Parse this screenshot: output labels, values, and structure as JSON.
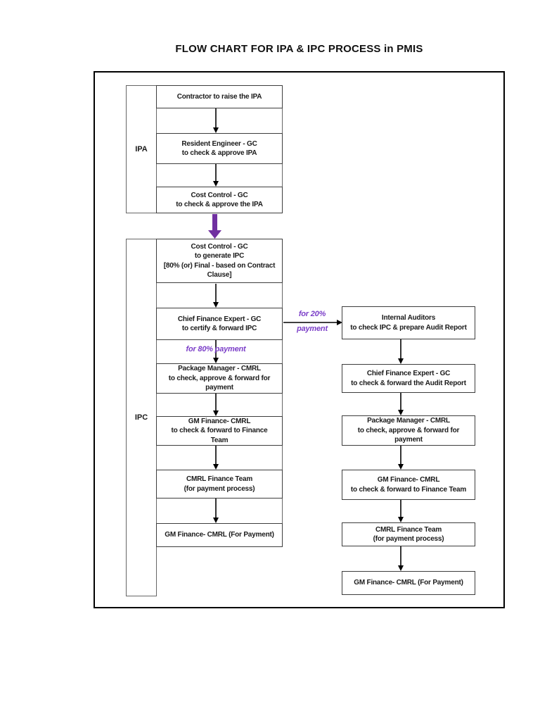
{
  "page": {
    "title": "FLOW CHART FOR IPA & IPC PROCESS in PMIS"
  },
  "colors": {
    "purple_arrow": "#7030A0",
    "purple_text": "#7B3EC8",
    "arrow_black": "#000000",
    "box_border": "#3d3d3d",
    "frame_border": "#000000"
  },
  "ipa": {
    "label": "IPA",
    "steps": [
      {
        "lines": [
          "Contractor to raise the IPA"
        ]
      },
      {
        "lines": [
          "Resident Engineer - GC",
          "to check & approve IPA"
        ]
      },
      {
        "lines": [
          "Cost Control - GC",
          "to check & approve the IPA"
        ]
      }
    ]
  },
  "ipc": {
    "label": "IPC",
    "left_steps": [
      {
        "lines": [
          "Cost Control - GC",
          "to generate IPC",
          "[80% (or) Final - based on Contract",
          "Clause]"
        ]
      },
      {
        "lines": [
          "Chief Finance Expert - GC",
          "to certify & forward IPC"
        ]
      },
      {
        "lines": [
          "Package Manager - CMRL",
          "to check, approve & forward for",
          "payment"
        ]
      },
      {
        "lines": [
          "GM Finance- CMRL",
          "to check & forward to Finance",
          "Team"
        ]
      },
      {
        "lines": [
          "CMRL Finance Team",
          "(for payment process)"
        ]
      },
      {
        "lines": [
          "GM Finance- CMRL (For Payment)"
        ]
      }
    ],
    "right_steps": [
      {
        "lines": [
          "Internal Auditors",
          "to check IPC & prepare Audit Report"
        ]
      },
      {
        "lines": [
          "Chief Finance Expert - GC",
          "to check & forward the Audit Report"
        ]
      },
      {
        "lines": [
          "Package Manager - CMRL",
          "to check, approve & forward for",
          "payment"
        ]
      },
      {
        "lines": [
          "GM Finance- CMRL",
          "to check & forward to Finance Team"
        ]
      },
      {
        "lines": [
          "CMRL Finance Team",
          "(for payment process)"
        ]
      },
      {
        "lines": [
          "GM Finance- CMRL (For Payment)"
        ]
      }
    ],
    "edge_labels": {
      "to_internal_auditors_line1": "for 20%",
      "to_internal_auditors_line2": "payment",
      "to_package_manager": "for 80% payment"
    }
  }
}
